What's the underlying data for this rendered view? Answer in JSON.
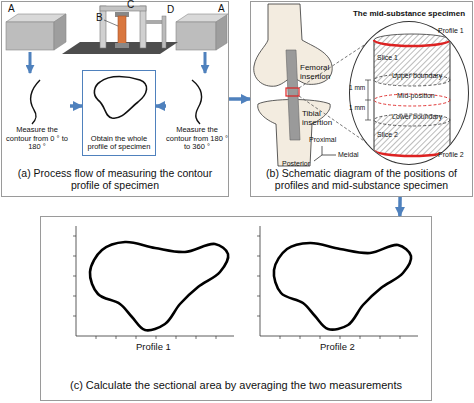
{
  "diagram": {
    "nodes": [
      {
        "text": [
          "(a) Process flow of measuring the contour profile of specimen"
        ]
      },
      {
        "text": [
          "Measure the contour from 0 ° to 180 °"
        ],
        "in": 0
      },
      {
        "text": [
          "Obtain the whole profile of specimen"
        ],
        "in": 0
      },
      {
        "text": [
          "Measure the contour from 180 ° to 360 °"
        ],
        "in": 0
      },
      {
        "text": [
          "(b) Schematic diagram of the positions of profiles and mid-substance specimen"
        ]
      },
      {
        "text": [
          "The mid-substance specimen"
        ],
        "in": 4
      },
      {
        "text": [
          "(c) Calculate the sectional area by averaging the two measurements"
        ]
      }
    ],
    "edges": [
      {
        "from": 0,
        "to": 4,
        "arrow": "to"
      },
      {
        "from": 4,
        "to": 6,
        "arrow": "to"
      },
      {
        "from": 1,
        "to": 2,
        "arrow": "to"
      },
      {
        "from": 3,
        "to": 2,
        "arrow": "to"
      }
    ],
    "labels": [
      "A",
      "B",
      "C",
      "D",
      "A",
      "Femoral insertion",
      "Tibial insertion",
      "Profile 1",
      "Slice 1",
      "Upper boundary",
      "Mid-position",
      "Lower boundary",
      "Slice 2",
      "Profile 2",
      "1 mm",
      "1 mm",
      "Proximal",
      "Meidal",
      "Posterior",
      "Profile 1",
      "Profile 2"
    ]
  }
}
